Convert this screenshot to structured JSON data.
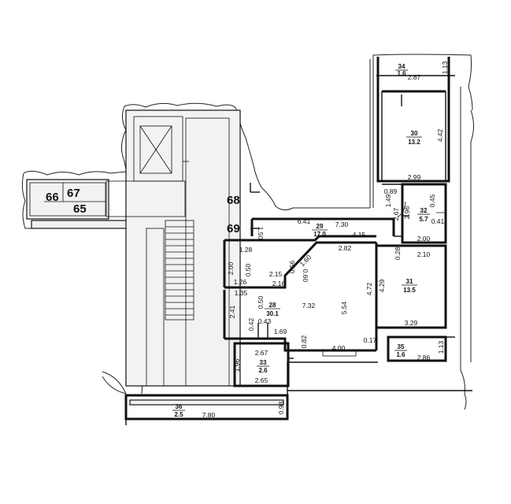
{
  "rooms": [
    {
      "id": "r34",
      "number": "34",
      "area": "1.6"
    },
    {
      "id": "r30",
      "number": "30",
      "area": "13.2"
    },
    {
      "id": "r32",
      "number": "32",
      "area": "5.7"
    },
    {
      "id": "r29",
      "number": "29",
      "area": "17.0"
    },
    {
      "id": "r31",
      "number": "31",
      "area": "13.5"
    },
    {
      "id": "r28",
      "number": "28",
      "area": "30.1"
    },
    {
      "id": "r35",
      "number": "35",
      "area": "1.6"
    },
    {
      "id": "r33",
      "number": "33",
      "area": "2.6"
    },
    {
      "id": "r36",
      "number": "36",
      "area": "2.5"
    }
  ],
  "neighbor_labels": [
    "66",
    "67",
    "65",
    "68",
    "69"
  ],
  "dimensions": [
    "2.87",
    "1.13",
    "4.42",
    "2.99",
    "0.89",
    "1.49",
    "0.45",
    "2.67",
    "2.96",
    "0.41",
    "2.00",
    "6.41",
    "7.30",
    "4.15",
    "1.50",
    "1.28",
    "2.82",
    "0.28",
    "2.10",
    "0.56",
    "1.60",
    "0.60",
    "0.50",
    "2.00",
    "2.15",
    "2.16",
    "1.26",
    "4.72",
    "4.29",
    "1.35",
    "7.32",
    "5.54",
    "2.41",
    "0.50",
    "0.42",
    "0.43",
    "1.69",
    "3.29",
    "0.82",
    "0.17",
    "4.00",
    "2.67",
    "1.13",
    "2.86",
    "1.96",
    "2.65",
    "0.98",
    "7.80"
  ]
}
